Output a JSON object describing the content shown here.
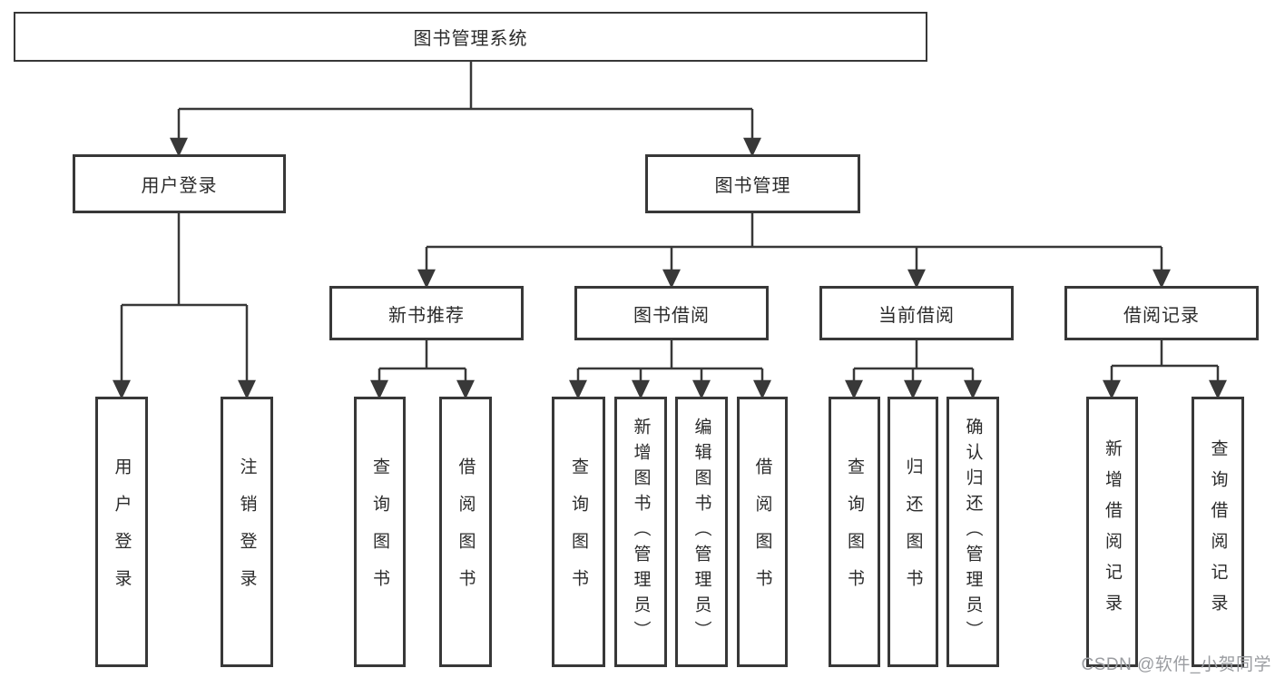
{
  "diagram": {
    "root": {
      "label": "图书管理系统"
    },
    "level2": [
      {
        "id": "user-login",
        "label": "用户登录"
      },
      {
        "id": "book-management",
        "label": "图书管理"
      }
    ],
    "level3": [
      {
        "id": "new-book-recommend",
        "label": "新书推荐"
      },
      {
        "id": "book-borrow",
        "label": "图书借阅"
      },
      {
        "id": "current-borrow",
        "label": "当前借阅"
      },
      {
        "id": "borrow-records",
        "label": "借阅记录"
      }
    ],
    "leaves": {
      "user_login": [
        {
          "label": "用户登录"
        },
        {
          "label": "注销登录"
        }
      ],
      "new_book": [
        {
          "label": "查询图书"
        },
        {
          "label": "借阅图书"
        }
      ],
      "book_borrow": [
        {
          "label": "查询图书"
        },
        {
          "label": "新增图书（管理员）"
        },
        {
          "label": "编辑图书（管理员）"
        },
        {
          "label": "借阅图书"
        }
      ],
      "current_borrow": [
        {
          "label": "查询图书"
        },
        {
          "label": "归还图书"
        },
        {
          "label": "确认归还（管理员）"
        }
      ],
      "records": [
        {
          "label": "新增借阅记录"
        },
        {
          "label": "查询借阅记录"
        }
      ]
    }
  },
  "watermark": {
    "text": "CSDN @软件_小贺同学"
  },
  "colors": {
    "line": "#383838",
    "text": "#2b2b2b",
    "watermark": "#9b9da1"
  }
}
